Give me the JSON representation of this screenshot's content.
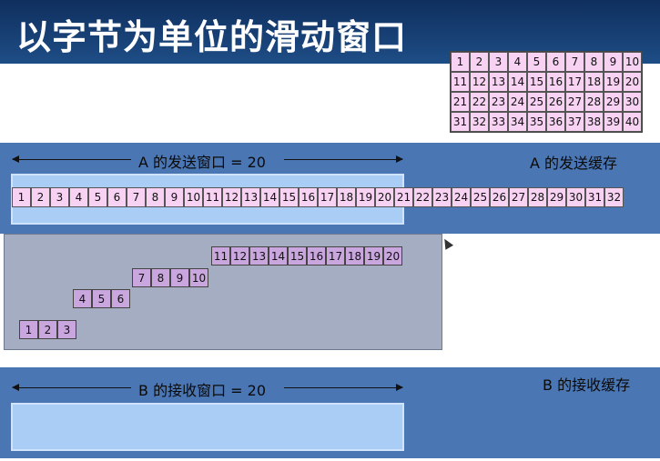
{
  "title": "以字节为单位的滑动窗口",
  "grid_numbers": [
    1,
    2,
    3,
    4,
    5,
    6,
    7,
    8,
    9,
    10,
    11,
    12,
    13,
    14,
    15,
    16,
    17,
    18,
    19,
    20,
    21,
    22,
    23,
    24,
    25,
    26,
    27,
    28,
    29,
    30,
    31,
    32,
    33,
    34,
    35,
    36,
    37,
    38,
    39,
    40
  ],
  "send": {
    "window_label": "A 的发送窗口 = 20",
    "buffer_label": "A 的发送缓存",
    "bytes": [
      1,
      2,
      3,
      4,
      5,
      6,
      7,
      8,
      9,
      10,
      11,
      12,
      13,
      14,
      15,
      16,
      17,
      18,
      19,
      20,
      21,
      22,
      23,
      24,
      25,
      26,
      27,
      28,
      29,
      30,
      31,
      32
    ]
  },
  "segments": [
    {
      "bytes": [
        1,
        2,
        3
      ]
    },
    {
      "bytes": [
        4,
        5,
        6
      ]
    },
    {
      "bytes": [
        7,
        8,
        9,
        10
      ]
    },
    {
      "bytes": [
        11,
        12,
        13,
        14,
        15,
        16,
        17,
        18,
        19,
        20
      ]
    }
  ],
  "receive": {
    "window_label": "B 的接收窗口 = 20",
    "buffer_label": "B 的接收缓存"
  },
  "colors": {
    "title_bar": "#1a3f72",
    "band": "#4a76b4",
    "window": "#a9cdf5",
    "byte_cell": "#f7d2f3",
    "segment_cell": "#caa6df",
    "panel": "#a4adc2"
  }
}
